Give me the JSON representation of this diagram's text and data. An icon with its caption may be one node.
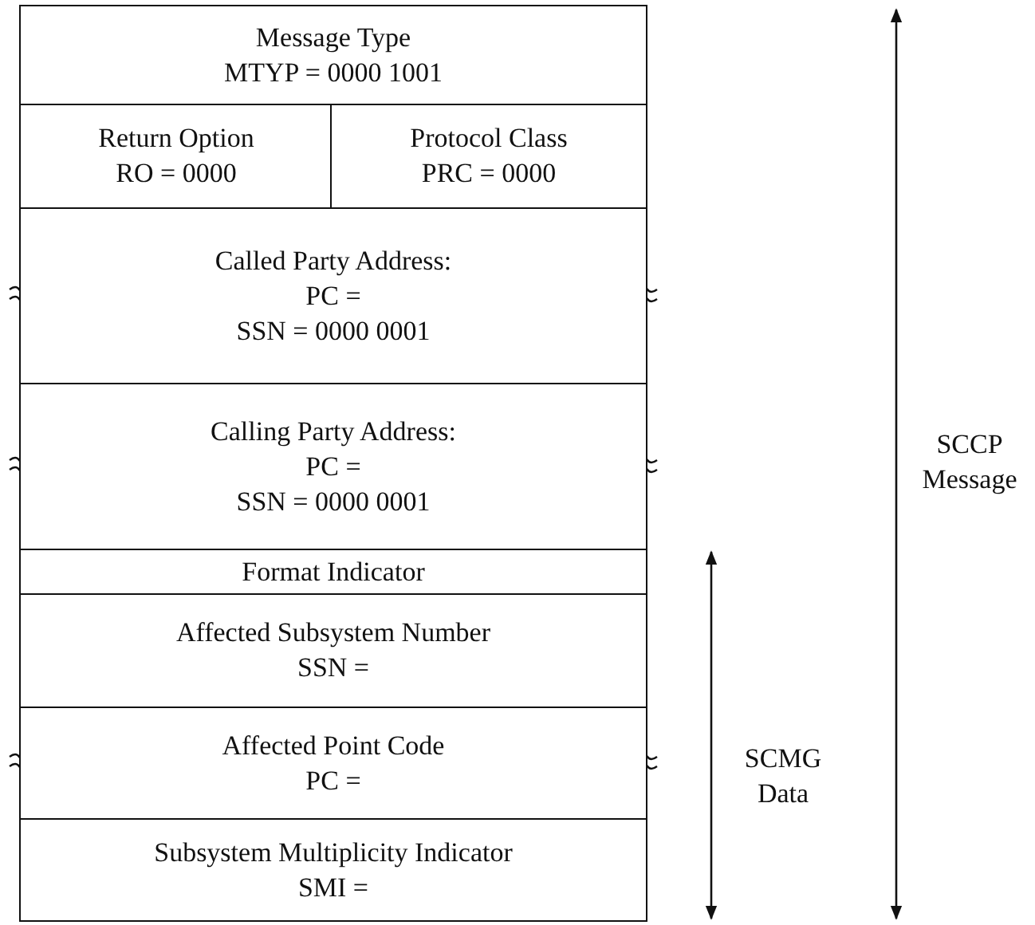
{
  "diagram": {
    "nodes": [
      {
        "text": [
          "Message Type",
          "MTYP = 0000 1001"
        ]
      },
      {
        "text": [
          "Return Option",
          "RO = 0000"
        ]
      },
      {
        "text": [
          "Protocol Class",
          "PRC = 0000"
        ]
      },
      {
        "text": [
          "Called Party Address:",
          "PC =",
          "SSN = 0000 0001"
        ]
      },
      {
        "text": [
          "Calling Party Address:",
          "PC =",
          "SSN = 0000 0001"
        ]
      },
      {
        "text": [
          "Format Indicator"
        ]
      },
      {
        "text": [
          "Affected Subsystem Number",
          "SSN ="
        ]
      },
      {
        "text": [
          "Affected Point Code",
          "PC ="
        ]
      },
      {
        "text": [
          "Subsystem Multiplicity Indicator",
          "SMI ="
        ]
      }
    ],
    "labels": [
      "SCCP Message",
      "SCMG Data"
    ]
  }
}
